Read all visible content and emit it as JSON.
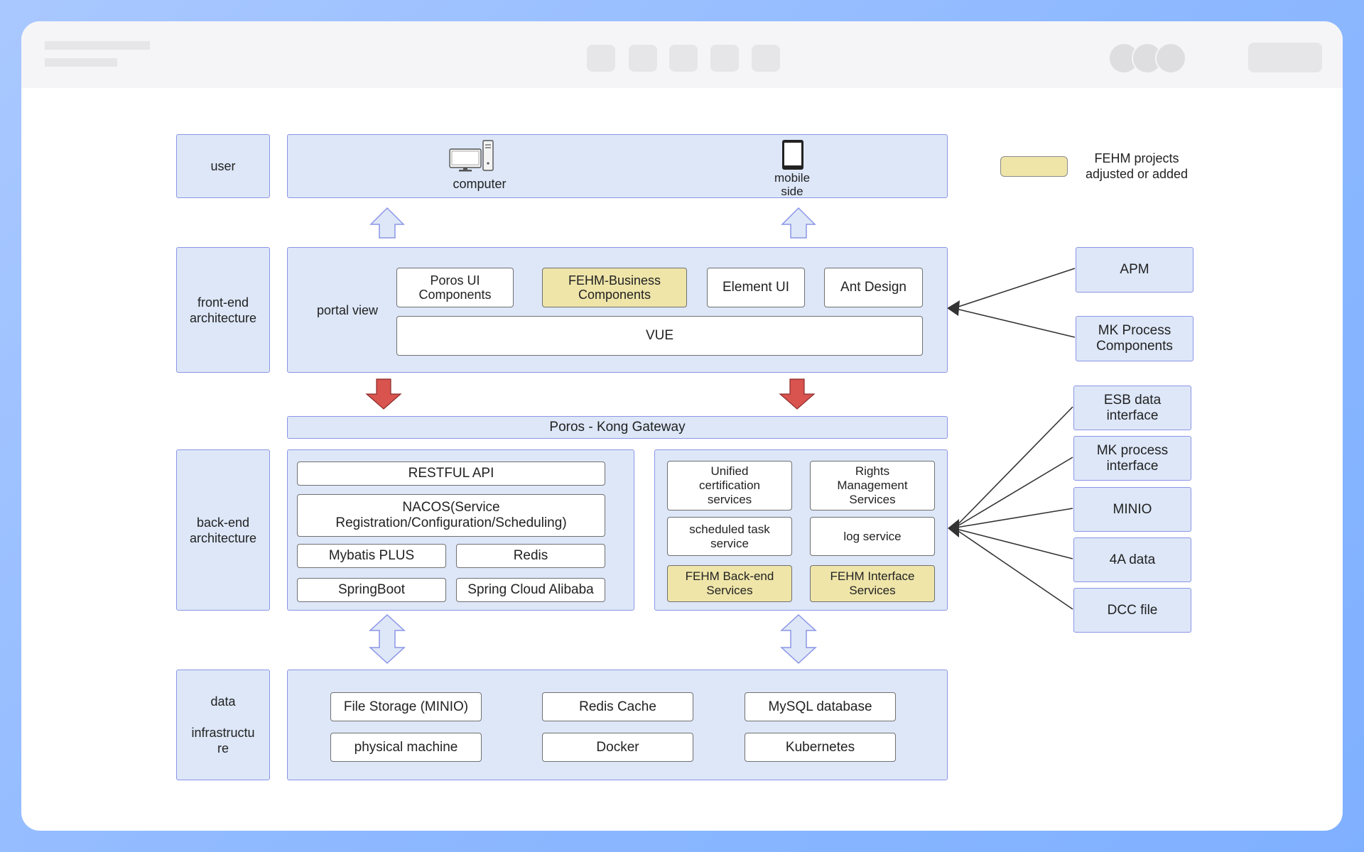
{
  "legend": {
    "text": "FEHM projects\nadjusted or added",
    "color": "#efe5a9"
  },
  "layers": {
    "user": "user",
    "frontend": "front-end\narchitecture",
    "backend": "back-end\narchitecture",
    "data": "data\n\ninfrastructu\nre"
  },
  "user_row": {
    "computer_icon": "computer-icon",
    "computer": "computer",
    "mobile_icon": "mobile-phone-icon",
    "mobile": "mobile\nside"
  },
  "frontend": {
    "portal_view": "portal view",
    "poros_ui": "Poros UI\nComponents",
    "fehm_business": "FEHM-Business\nComponents",
    "element_ui": "Element UI",
    "ant_design": "Ant Design",
    "vue": "VUE"
  },
  "gateway": "Poros - Kong Gateway",
  "backend_left": {
    "restful": "RESTFUL API",
    "nacos": "NACOS(Service\nRegistration/Configuration/Scheduling)",
    "mybatis": "Mybatis PLUS",
    "redis": "Redis",
    "springboot": "SpringBoot",
    "spring_cloud": "Spring Cloud Alibaba"
  },
  "backend_right": {
    "unified_cert": "Unified\ncertification\nservices",
    "rights_mgmt": "Rights\nManagement\nServices",
    "scheduled_task": "scheduled task\nservice",
    "log_service": "log service",
    "fehm_backend": "FEHM Back-end\nServices",
    "fehm_interface": "FEHM Interface\nServices"
  },
  "data_row": {
    "file_storage": "File Storage (MINIO)",
    "redis_cache": "Redis Cache",
    "mysql": "MySQL database",
    "physical": "physical machine",
    "docker": "Docker",
    "kubernetes": "Kubernetes"
  },
  "external_frontend": {
    "apm": "APM",
    "mk_process_components": "MK Process\nComponents"
  },
  "external_backend": {
    "esb": "ESB data\ninterface",
    "mk_process_interface": "MK process\ninterface",
    "minio": "MINIO",
    "four_a": "4A data",
    "dcc": "DCC file"
  },
  "colors": {
    "layer_fill": "#dde7f8",
    "layer_border": "#8c95e6",
    "highlight_fill": "#efe5a9",
    "down_arrow": "#d9534f",
    "up_arrow_fill": "#dde7f8"
  }
}
